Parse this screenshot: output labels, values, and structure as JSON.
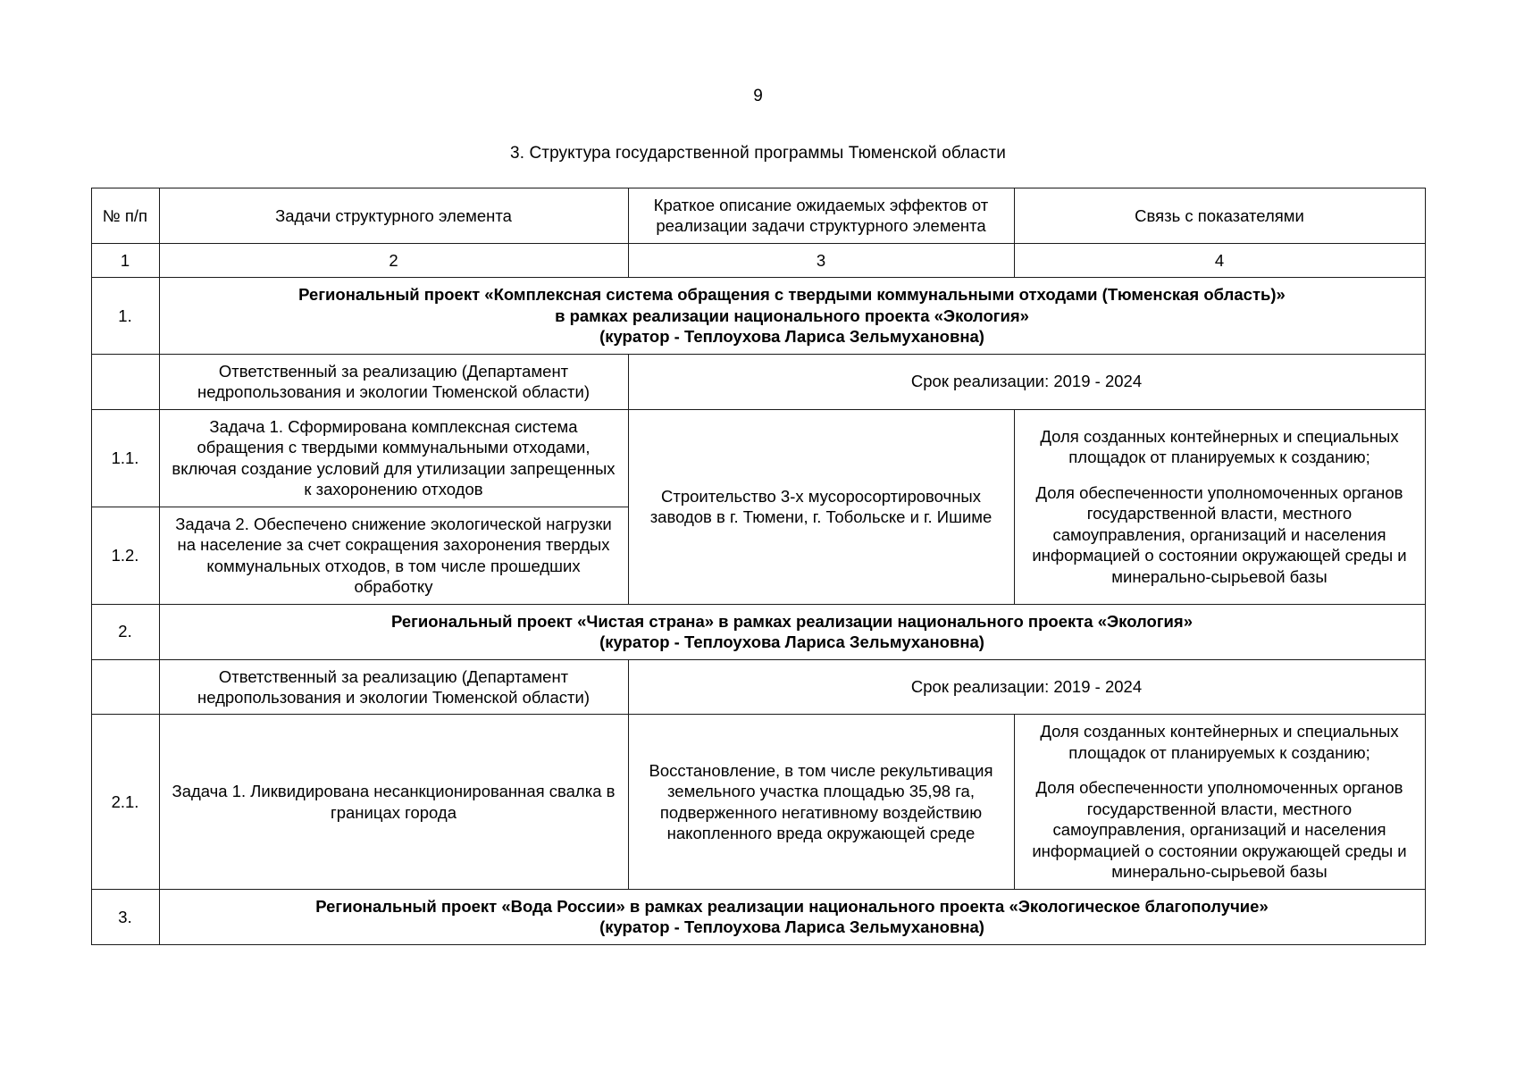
{
  "page": {
    "number": "9",
    "title": "3. Структура государственной программы Тюменской области"
  },
  "table": {
    "headers": [
      "№ п/п",
      "Задачи структурного элемента",
      "Краткое описание ожидаемых эффектов от реализации задачи структурного элемента",
      "Связь с показателями"
    ],
    "column_numbers": [
      "1",
      "2",
      "3",
      "4"
    ],
    "sections": [
      {
        "number": "1.",
        "title_lines": [
          "Региональный проект «Комплексная система обращения с твердыми коммунальными отходами (Тюменская область)»",
          "в рамках реализации национального проекта «Экология»",
          "(куратор - Теплоухова Лариса Зельмухановна)"
        ],
        "responsible_label": "Ответственный за реализацию (Департамент недропользования и экологии Тюменской области)",
        "term_label": "Срок реализации: 2019 - 2024",
        "tasks": [
          {
            "number": "1.1.",
            "text": "Задача 1. Сформирована комплексная система обращения с твердыми коммунальными отходами, включая создание условий для утилизации запрещенных к захоронению отходов"
          },
          {
            "number": "1.2.",
            "text": "Задача 2. Обеспечено снижение экологической нагрузки на население за счет сокращения захоронения твердых коммунальных отходов, в том числе прошедших обработку"
          }
        ],
        "effect": "Строительство 3-х мусоросортировочных заводов в г. Тюмени, г. Тобольске и г. Ишиме",
        "indicators": [
          "Доля созданных контейнерных и специальных площадок от планируемых к созданию;",
          "Доля обеспеченности уполномоченных органов государственной власти, местного самоуправления, организаций и населения информацией о состоянии окружающей среды и  минерально-сырьевой базы"
        ]
      },
      {
        "number": "2.",
        "title_lines": [
          "Региональный проект «Чистая страна» в рамках реализации национального проекта «Экология»",
          "(куратор - Теплоухова Лариса Зельмухановна)"
        ],
        "responsible_label": "Ответственный за реализацию (Департамент недропользования и экологии Тюменской области)",
        "term_label": "Срок реализации: 2019 - 2024",
        "tasks": [
          {
            "number": "2.1.",
            "text": "Задача 1. Ликвидирована несанкционированная свалка в границах города"
          }
        ],
        "effect": "Восстановление, в том числе рекультивация земельного участка площадью 35,98 га, подверженного негативному воздействию накопленного вреда окружающей среде",
        "indicators": [
          "Доля созданных контейнерных и специальных площадок от планируемых к созданию;",
          "Доля обеспеченности уполномоченных органов государственной власти, местного самоуправления, организаций и населения информацией о состоянии окружающей среды и  минерально-сырьевой базы"
        ]
      },
      {
        "number": "3.",
        "title_lines": [
          "Региональный проект «Вода России» в рамках реализации национального проекта «Экологическое благополучие»",
          "(куратор - Теплоухова Лариса Зельмухановна)"
        ]
      }
    ]
  }
}
